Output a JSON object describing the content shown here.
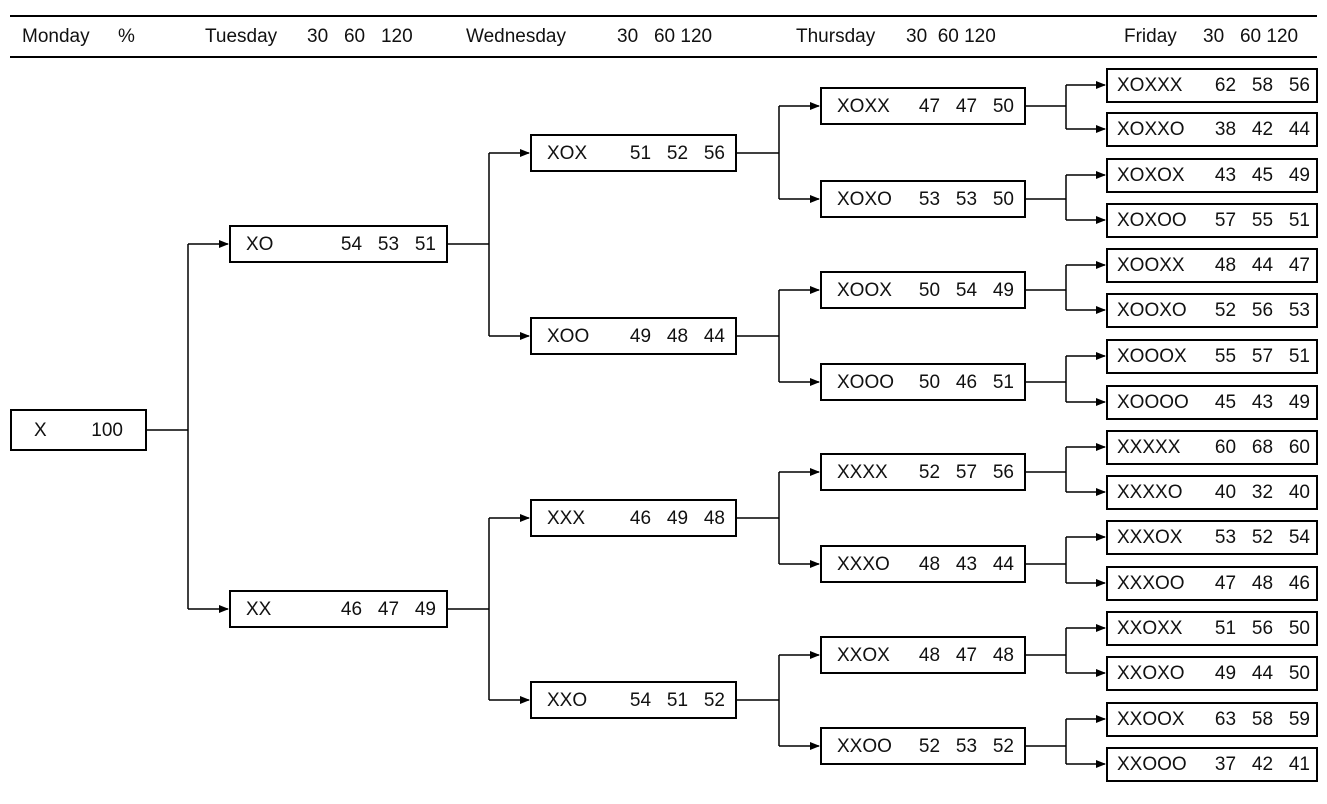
{
  "header": {
    "monday": "Monday",
    "monday_cols": "%",
    "tuesday": "Tuesday",
    "tuesday_cols": "30   60   120",
    "wednesday": "Wednesday",
    "wednesday_cols": "30   60 120",
    "thursday": "Thursday",
    "thursday_cols": "30  60 120",
    "friday": "Friday",
    "friday_cols": "30   60 120"
  },
  "tree": {
    "monday": {
      "code": "X",
      "values": "100"
    },
    "tuesday": [
      {
        "code": "XO",
        "values": "54   53   51"
      },
      {
        "code": "XX",
        "values": "46   47   49"
      }
    ],
    "wednesday": [
      {
        "code": "XOX",
        "values": "51   52   56"
      },
      {
        "code": "XOO",
        "values": "49   48   44"
      },
      {
        "code": "XXX",
        "values": "46   49   48"
      },
      {
        "code": "XXO",
        "values": "54   51   52"
      }
    ],
    "thursday": [
      {
        "code": "XOXX",
        "values": "47   47   50"
      },
      {
        "code": "XOXO",
        "values": "53   53   50"
      },
      {
        "code": "XOOX",
        "values": "50   54   49"
      },
      {
        "code": "XOOO",
        "values": "50   46   51"
      },
      {
        "code": "XXXX",
        "values": "52   57   56"
      },
      {
        "code": "XXXO",
        "values": "48   43   44"
      },
      {
        "code": "XXOX",
        "values": "48   47   48"
      },
      {
        "code": "XXOO",
        "values": "52   53   52"
      }
    ],
    "friday": [
      {
        "code": "XOXXX",
        "values": "62   58   56"
      },
      {
        "code": "XOXXO",
        "values": "38   42   44"
      },
      {
        "code": "XOXOX",
        "values": "43   45   49"
      },
      {
        "code": "XOXOO",
        "values": "57   55   51"
      },
      {
        "code": "XOOXX",
        "values": "48   44   47"
      },
      {
        "code": "XOOXO",
        "values": "52   56   53"
      },
      {
        "code": "XOOOX",
        "values": "55   57   51"
      },
      {
        "code": "XOOOO",
        "values": "45   43   49"
      },
      {
        "code": "XXXXX",
        "values": "60   68   60"
      },
      {
        "code": "XXXXO",
        "values": "40   32   40"
      },
      {
        "code": "XXXOX",
        "values": "53   52   54"
      },
      {
        "code": "XXXOO",
        "values": "47   48   46"
      },
      {
        "code": "XXOXX",
        "values": "51   56   50"
      },
      {
        "code": "XXOXO",
        "values": "49   44   50"
      },
      {
        "code": "XXOOX",
        "values": "63   58   59"
      },
      {
        "code": "XXOOO",
        "values": "37   42   41"
      }
    ]
  }
}
